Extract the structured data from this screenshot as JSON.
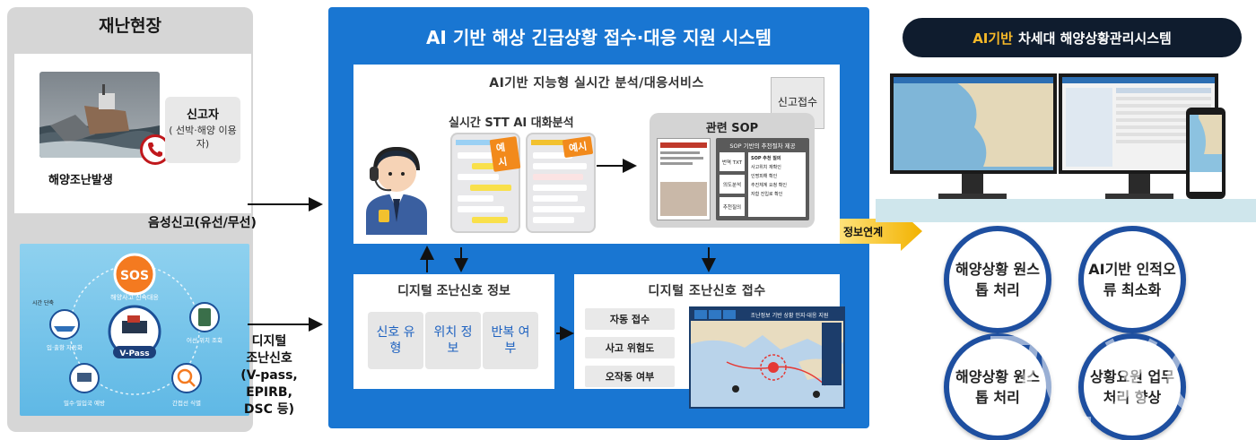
{
  "left": {
    "title": "재난현장",
    "reporter_title": "신고자",
    "reporter_desc": "( 선박·해양 이용자)",
    "incident_label": "해양조난발생",
    "sos": {
      "center": "SOS",
      "center_caption": "해양사고 신속대응",
      "hub": "V-Pass",
      "items": [
        "시간 단축",
        "입·출항 자동화",
        "어선 위치 조회",
        "밀수·밀입국 예방",
        "간접선 식별"
      ]
    }
  },
  "labels": {
    "voice_report": "음성신고(유선/무선)",
    "digital_signal_1": "디지털",
    "digital_signal_2": "조난신호",
    "digital_signal_3": "(V-pass, EPIRB,",
    "digital_signal_4": "DSC 등)"
  },
  "center": {
    "title": "AI 기반 해상 긴급상황 접수·대응 지원 시스템",
    "ai_service_title": "AI기반 지능형 실시간 분석/대응서비스",
    "intake_tag": "신고접수",
    "stt_label": "실시간 STT  AI 대화분석",
    "sample_tag": "예시",
    "sop_title": "관련 SOP",
    "sop_inner_title": "SOP 기반의 추천절차 제공",
    "sop_rows": [
      "번역 TXT",
      "의도분석",
      "추천질의"
    ],
    "sop_list_title": "SOP 추천 질의",
    "sop_list": [
      "사고위치 재확인",
      "인명피해 확인",
      "추진체계 요청 확인",
      "자함 진입로 확인"
    ],
    "signal_info_title": "디지털 조난신호 정보",
    "signal_info_cells": [
      "신호 유형",
      "위치 정보",
      "반복 여부"
    ],
    "receive_title": "디지털 조난신호 접수",
    "receive_items": [
      "자동 접수",
      "사고 위험도",
      "오작동 여부"
    ],
    "map_header": "조난정보 기반 상황 인지·대응 지원"
  },
  "link_label": "정보연계",
  "right": {
    "title_accent": "AI기반",
    "title_rest": "차세대 해양상황관리시스템",
    "circles": [
      "해양상황 원스톱 처리",
      "AI기반 인적오류 최소화",
      "해양상황 원스톱 처리",
      "상황요원 업무처리 향상"
    ]
  },
  "colors": {
    "center_bg": "#1976d2",
    "circle_border": "#1e4fa0",
    "pill_bg": "#0f1c2e",
    "accent": "#f7b928"
  }
}
